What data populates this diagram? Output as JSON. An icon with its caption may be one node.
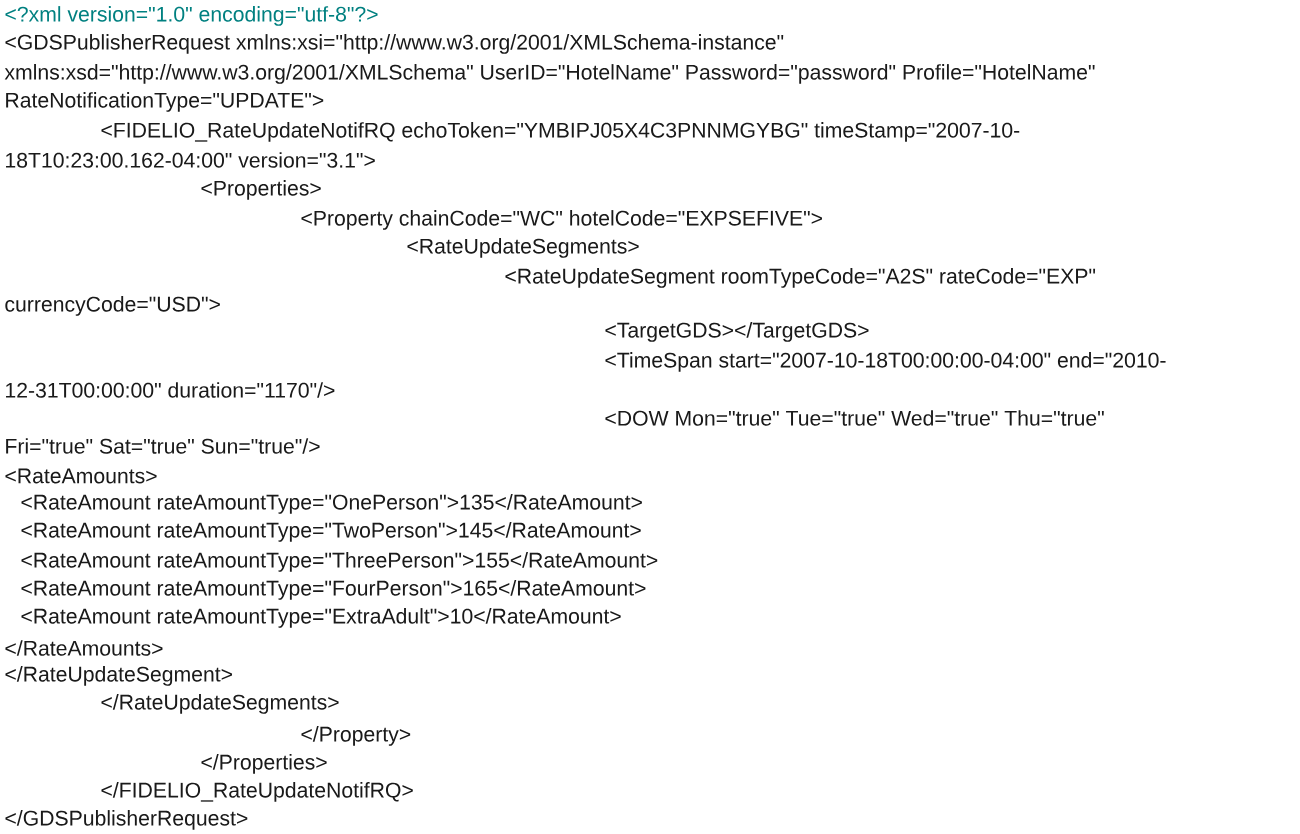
{
  "diagram": {
    "labels": [
      "<?xml version=\"1.0\" encoding=\"utf-8\"?>",
      "<GDSPublisherRequest xmlns:xsi=\"http://www.w3.org/2001/XMLSchema-instance\"",
      "xmlns:xsd=\"http://www.w3.org/2001/XMLSchema\" UserID=\"HotelName\" Password=\"password\" Profile=\"HotelName\"",
      "RateNotificationType=\"UPDATE\">",
      "<FIDELIO_RateUpdateNotifRQ echoToken=\"YMBIPJ05X4C3PNNMGYBG\" timeStamp=\"2007-10-",
      "18T10:23:00.162-04:00\" version=\"3.1\">",
      "<Properties>",
      "<Property chainCode=\"WC\" hotelCode=\"EXPSEFIVE\">",
      "<RateUpdateSegments>",
      "<RateUpdateSegment roomTypeCode=\"A2S\" rateCode=\"EXP\"",
      "currencyCode=\"USD\">",
      "<TargetGDS></TargetGDS>",
      "<TimeSpan start=\"2007-10-18T00:00:00-04:00\" end=\"2010-",
      "12-31T00:00:00\" duration=\"1170\"/>",
      "<DOW Mon=\"true\" Tue=\"true\" Wed=\"true\" Thu=\"true\"",
      "Fri=\"true\" Sat=\"true\" Sun=\"true\"/>",
      "<RateAmounts>",
      "<RateAmount rateAmountType=\"OnePerson\">135</RateAmount>",
      "<RateAmount rateAmountType=\"TwoPerson\">145</RateAmount>",
      "<RateAmount rateAmountType=\"ThreePerson\">155</RateAmount>",
      "<RateAmount rateAmountType=\"FourPerson\">165</RateAmount>",
      "<RateAmount rateAmountType=\"ExtraAdult\">10</RateAmount>",
      "</RateAmounts>",
      "</RateUpdateSegment>",
      "</RateUpdateSegments>",
      "</Property>",
      "</Properties>",
      "</FIDELIO_RateUpdateNotifRQ>",
      "</GDSPublisherRequest>"
    ]
  }
}
